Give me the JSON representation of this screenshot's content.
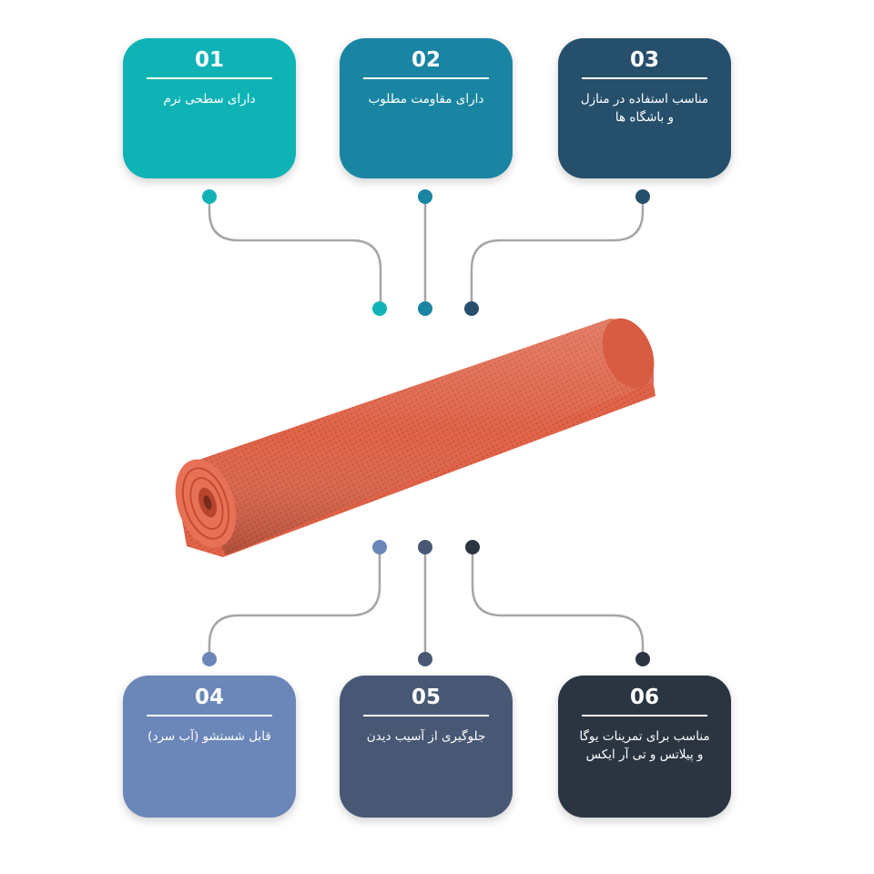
{
  "cards": [
    {
      "number": "01",
      "text": "دارای سطحی نرم",
      "color": "#0fb3b6"
    },
    {
      "number": "02",
      "text": "دارای مقاومت مطلوب",
      "color": "#1985a2"
    },
    {
      "number": "03",
      "text": "مناسب استفاده در منازل و باشگاه ها",
      "color": "#264f6c"
    },
    {
      "number": "04",
      "text": "قابل شستشو (آب سرد)",
      "color": "#6b86b8"
    },
    {
      "number": "05",
      "text": "جلوگیری از آسیب دیدن",
      "color": "#485874"
    },
    {
      "number": "06",
      "text": "مناسب برای تمرینات یوگا و پیلاتس و تی آر ایکس",
      "color": "#2b3542"
    }
  ],
  "product": {
    "image": "rolled-yoga-mat",
    "color": "#e0654a"
  },
  "connector_color": "#a6a6a6"
}
